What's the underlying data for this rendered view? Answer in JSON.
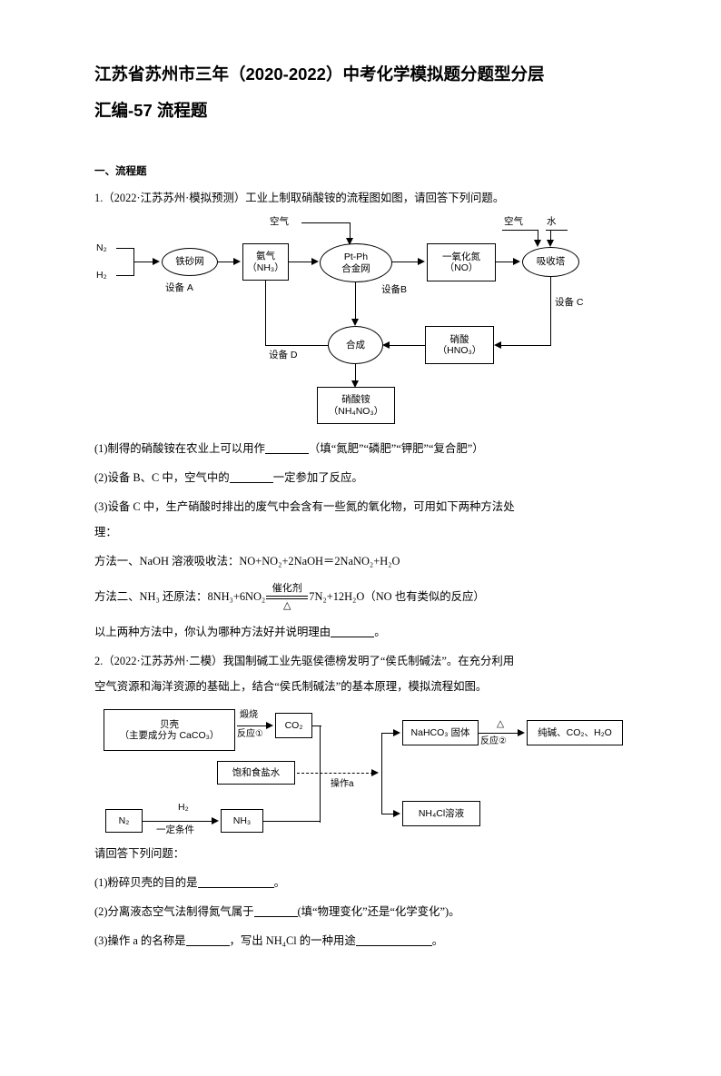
{
  "document": {
    "title_line1": "江苏省苏州市三年（2020-2022）中考化学模拟题分题型分层",
    "title_line2": "汇编-57 流程题",
    "section_heading": "一、流程题"
  },
  "question1": {
    "stem": "1.（2022·江苏苏州·模拟预测）工业上制取硝酸铵的流程图如图，请回答下列问题。",
    "diagram": {
      "nodes": {
        "n2": "N₂",
        "h2": "H₂",
        "iron_mesh": "铁砂网",
        "device_a": "设备 A",
        "ammonia_line1": "氨气",
        "ammonia_line2": "（NH₃）",
        "air_left": "空气",
        "ptph_line1": "Pt-Ph",
        "ptph_line2": "合金网",
        "device_b": "设备B",
        "no_line1": "一氧化氮",
        "no_line2": "（NO）",
        "air_right": "空气",
        "water_right": "水",
        "absorb_tower": "吸收塔",
        "device_c": "设备 C",
        "synthesis": "合成",
        "device_d": "设备 D",
        "nitric_acid_line1": "硝酸",
        "nitric_acid_line2": "（HNO₃）",
        "product_line1": "硝酸铵",
        "product_line2": "（NH₄NO₃）"
      }
    },
    "sub1": "(1)制得的硝酸铵在农业上可以用作",
    "sub1_tail": "（填“氮肥”“磷肥”“钾肥”“复合肥”）",
    "sub2_a": "(2)设备 B、C 中，空气中的",
    "sub2_b": "一定参加了反应。",
    "sub3_line1": "(3)设备 C 中，生产硝酸时排出的废气中会含有一些氮的氧化物，可用如下两种方法处",
    "sub3_line2": "理：",
    "method1": "方法一、NaOH 溶液吸收法：NO+NO₂+2NaOH＝2NaNO₂+H₂O",
    "method2_prefix": "方法二、NH₃ 还原法：8NH₃+6NO₂",
    "method2_cond_top": "催化剂",
    "method2_cond_bottom": "△",
    "method2_suffix": "7N₂+12H₂O（NO 也有类似的反应）",
    "closing_a": "以上两种方法中，你认为哪种方法好并说明理由",
    "closing_b": "。"
  },
  "question2": {
    "stem_line1": "2.（2022·江苏苏州·二模）我国制碱工业先驱侯德榜发明了“侯氏制碱法”。在充分利用",
    "stem_line2": "空气资源和海洋资源的基础上，结合“侯氏制碱法”的基本原理，模拟流程如图。",
    "diagram": {
      "nodes": {
        "shell_line1": "贝壳",
        "shell_line2": "（主要成分为 CaCO₃）",
        "calcine": "煅烧",
        "reaction1": "反应①",
        "co2": "CO₂",
        "brine": "饱和食盐水",
        "operation_a": "操作a",
        "n2": "N₂",
        "h2": "H₂",
        "condition": "一定条件",
        "nh3": "NH₃",
        "nahco3": "NaHCO₃ 固体",
        "heat_symbol": "△",
        "reaction2": "反应②",
        "products": "纯碱、CO₂、H₂O",
        "nh4cl": "NH₄Cl溶液"
      }
    },
    "prompt": "请回答下列问题：",
    "sub1_a": "(1)粉碎贝壳的目的是",
    "sub1_b": "。",
    "sub2_a": "(2)分离液态空气法制得氮气属于",
    "sub2_b": "(填“物理变化”还是“化学变化”)。",
    "sub3_a": "(3)操作 a 的名称是",
    "sub3_b": "，写出 NH₄Cl 的一种用途",
    "sub3_c": "。"
  }
}
